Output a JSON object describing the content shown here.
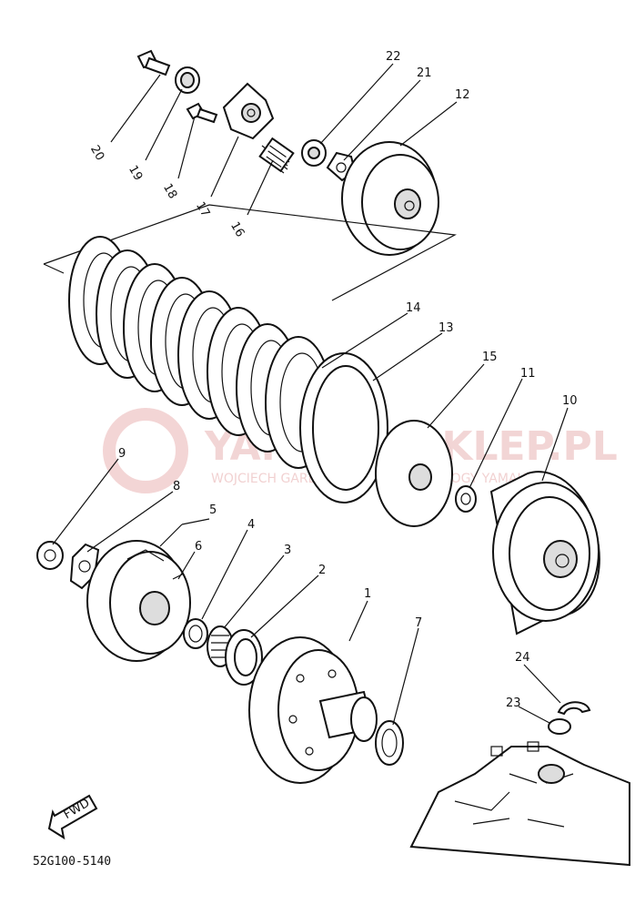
{
  "callouts": [
    "1",
    "2",
    "3",
    "4",
    "5",
    "6",
    "7",
    "8",
    "9",
    "10",
    "11",
    "12",
    "13",
    "14",
    "15",
    "16",
    "17",
    "18",
    "19",
    "20",
    "21",
    "22",
    "23",
    "24"
  ],
  "diagram_code": "52G100-5140",
  "front_marker": "FWD",
  "watermark": {
    "main": "YAMAHA-SKLEP.PL",
    "sub": "WOJCIECH GARDZIELEWSKI TECHNOLOGY YAMAHA"
  },
  "colors": {
    "ink": "#111111",
    "watermark": "#e9b3b3",
    "background": "#ffffff"
  }
}
